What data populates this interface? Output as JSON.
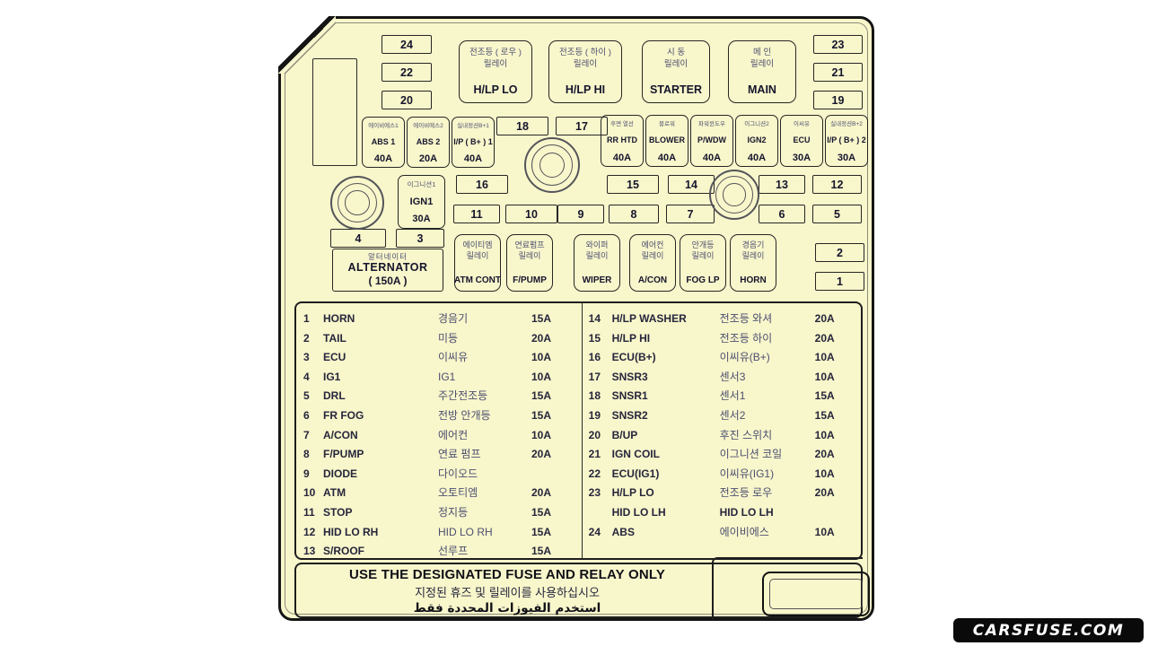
{
  "colors": {
    "panel_bg": "#f8f6cb",
    "line": "#1e1e1e",
    "text_dark": "#15152c",
    "text_korean": "#4c4f70",
    "watermark_bg": "#0a0a0a",
    "watermark_fg": "#ffffff"
  },
  "numbered_fuses": {
    "f24": "24",
    "f23": "23",
    "f22": "22",
    "f21": "21",
    "f20": "20",
    "f19": "19",
    "f18": "18",
    "f17": "17",
    "f16": "16",
    "f15": "15",
    "f14": "14",
    "f13": "13",
    "f12": "12",
    "f11": "11",
    "f10": "10",
    "f9": "9",
    "f8": "8",
    "f7": "7",
    "f6": "6",
    "f5": "5",
    "f4": "4",
    "f3": "3",
    "f2": "2",
    "f1": "1"
  },
  "top_relays": [
    {
      "kor1": "전조등 ( 로우 )",
      "kor2": "릴레이",
      "name": "H/LP LO"
    },
    {
      "kor1": "전조등 ( 하이 )",
      "kor2": "릴레이",
      "name": "H/LP HI"
    },
    {
      "kor1": "시  동",
      "kor2": "릴레이",
      "name": "STARTER"
    },
    {
      "kor1": "메  인",
      "kor2": "릴레이",
      "name": "MAIN"
    }
  ],
  "row2_left_blocks": [
    {
      "kor": "에이비에스1",
      "name": "ABS 1",
      "amp": "40A"
    },
    {
      "kor": "에이비에스2",
      "name": "ABS 2",
      "amp": "20A"
    },
    {
      "kor": "실내정션B+1",
      "name": "I/P ( B+ ) 1",
      "amp": "40A"
    }
  ],
  "row2_right_blocks": [
    {
      "kor": "후면 열선",
      "name": "RR HTD",
      "amp": "40A"
    },
    {
      "kor": "블로워",
      "name": "BLOWER",
      "amp": "40A"
    },
    {
      "kor": "파워윈도우",
      "name": "P/WDW",
      "amp": "40A"
    },
    {
      "kor": "이그니션2",
      "name": "IGN2",
      "amp": "40A"
    },
    {
      "kor": "이씨유",
      "name": "ECU",
      "amp": "30A"
    },
    {
      "kor": "실내정션B+2",
      "name": "I/P ( B+ ) 2",
      "amp": "30A"
    }
  ],
  "ign1_block": {
    "kor": "이그니션1",
    "name": "IGN1",
    "amp": "30A"
  },
  "alternator": {
    "kor": "알터네이터",
    "name": "ALTERNATOR",
    "amp": "( 150A )"
  },
  "bottom_relays": [
    {
      "kor1": "에이티엠",
      "kor2": "릴레이",
      "name": "ATM CONT"
    },
    {
      "kor1": "연료펌프",
      "kor2": "릴레이",
      "name": "F/PUMP"
    },
    {
      "kor1": "와이퍼",
      "kor2": "릴레이",
      "name": "WIPER"
    },
    {
      "kor1": "에어컨",
      "kor2": "릴레이",
      "name": "A/CON"
    },
    {
      "kor1": "안개등",
      "kor2": "릴레이",
      "name": "FOG LP"
    },
    {
      "kor1": "경음기",
      "kor2": "릴레이",
      "name": "HORN"
    }
  ],
  "fuse_table": {
    "left": [
      {
        "num": "1",
        "name": "HORN",
        "kor": "경음기",
        "amp": "15A"
      },
      {
        "num": "2",
        "name": "TAIL",
        "kor": "미등",
        "amp": "20A"
      },
      {
        "num": "3",
        "name": "ECU",
        "kor": "이씨유",
        "amp": "10A"
      },
      {
        "num": "4",
        "name": "IG1",
        "kor": "IG1",
        "amp": "10A"
      },
      {
        "num": "5",
        "name": "DRL",
        "kor": "주간전조등",
        "amp": "15A"
      },
      {
        "num": "6",
        "name": "FR FOG",
        "kor": "전방 안개등",
        "amp": "15A"
      },
      {
        "num": "7",
        "name": "A/CON",
        "kor": "에어컨",
        "amp": "10A"
      },
      {
        "num": "8",
        "name": "F/PUMP",
        "kor": "연료 펌프",
        "amp": "20A"
      },
      {
        "num": "9",
        "name": "DIODE",
        "kor": "다이오드",
        "amp": ""
      },
      {
        "num": "10",
        "name": "ATM",
        "kor": "오토티엠",
        "amp": "20A"
      },
      {
        "num": "11",
        "name": "STOP",
        "kor": "정지등",
        "amp": "15A"
      },
      {
        "num": "12",
        "name": "HID  LO RH",
        "kor": "HID LO RH",
        "amp": "15A"
      },
      {
        "num": "13",
        "name": "S/ROOF",
        "kor": "선루프",
        "amp": "15A"
      }
    ],
    "right": [
      {
        "num": "14",
        "name": "H/LP WASHER",
        "kor": "전조등 와셔",
        "amp": "20A"
      },
      {
        "num": "15",
        "name": "H/LP HI",
        "kor": "전조등 하이",
        "amp": "20A"
      },
      {
        "num": "16",
        "name": "ECU(B+)",
        "kor": "이씨유(B+)",
        "amp": "10A"
      },
      {
        "num": "17",
        "name": "SNSR3",
        "kor": "센서3",
        "amp": "10A"
      },
      {
        "num": "18",
        "name": "SNSR1",
        "kor": "센서1",
        "amp": "15A"
      },
      {
        "num": "19",
        "name": "SNSR2",
        "kor": "센서2",
        "amp": "15A"
      },
      {
        "num": "20",
        "name": "B/UP",
        "kor": "후진 스위치",
        "amp": "10A"
      },
      {
        "num": "21",
        "name": "IGN COIL",
        "kor": "이그니션 코일",
        "amp": "20A"
      },
      {
        "num": "22",
        "name": "ECU(IG1)",
        "kor": "이씨유(IG1)",
        "amp": "10A"
      },
      {
        "num": "23",
        "name": "H/LP LO",
        "kor": "전조등 로우",
        "amp": "20A",
        "name2": "HID LO LH",
        "kor2": "HID LO LH"
      },
      {
        "num": "24",
        "name": "ABS",
        "kor": "에이비에스",
        "amp": "10A"
      }
    ]
  },
  "footer": {
    "line1": "USE THE DESIGNATED FUSE AND RELAY ONLY",
    "line2": "지정된 휴즈 및 릴레이를 사용하십시오",
    "line3": "استخدم الفيوزات المحددة فقط"
  },
  "watermark": {
    "text": "CARSFUSE.COM"
  }
}
